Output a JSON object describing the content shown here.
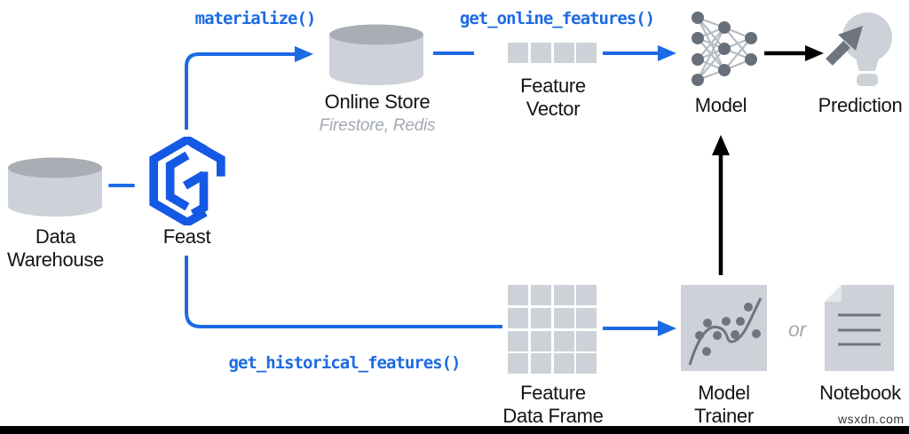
{
  "colors": {
    "accent": "#1c6ae4",
    "logo": "#1458e4",
    "icon_gray": "#cdd2d8",
    "icon_gray_top": "#a9aeb5",
    "edge": "#b6bcc2",
    "node": "#67707a",
    "dark_shape": "#6e757d",
    "text": "#141414",
    "muted": "#a3a9b0",
    "line_dark": "#000000",
    "watermark": "#35393d",
    "bar": "#000000"
  },
  "nodes": {
    "data_warehouse": {
      "icon": "database-cylinder",
      "label_line1": "Data",
      "label_line2": "Warehouse"
    },
    "feast": {
      "icon": "feast-hexagon-logo",
      "label": "Feast"
    },
    "online_store": {
      "icon": "database-cylinder",
      "label": "Online Store",
      "sublabel": "Firestore, Redis"
    },
    "feature_vector": {
      "icon": "square-row-vector",
      "label_line1": "Feature",
      "label_line2": "Vector"
    },
    "model": {
      "icon": "neural-network",
      "label": "Model"
    },
    "prediction": {
      "icon": "lightbulb-with-arrow",
      "label": "Prediction"
    },
    "feature_data_frame": {
      "icon": "square-grid-4x4",
      "label_line1": "Feature",
      "label_line2": "Data Frame"
    },
    "model_trainer": {
      "icon": "scatter-plot-curve",
      "label_line1": "Model",
      "label_line2": "Trainer"
    },
    "notebook": {
      "icon": "document-page",
      "label": "Notebook"
    },
    "or_separator": "or"
  },
  "edges": {
    "materialize_label": "materialize()",
    "get_online_features_label": "get_online_features()",
    "get_historical_features_label": "get_historical_features()"
  },
  "watermark": "wsxdn.com"
}
